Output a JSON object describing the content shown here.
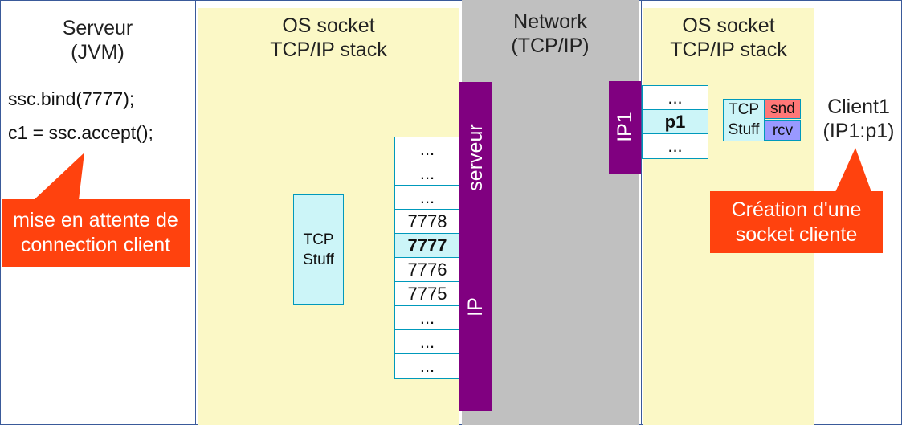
{
  "server": {
    "title_line1": "Serveur",
    "title_line2": "(JVM)",
    "code_line1": "ssc.bind(7777);",
    "code_line2": "c1 = ssc.accept();",
    "callout_line1": "mise en attente de",
    "callout_line2": "connection client"
  },
  "server_os": {
    "title_line1": "OS socket",
    "title_line2": "TCP/IP stack",
    "tcp_line1": "TCP",
    "tcp_line2": "Stuff",
    "ports": [
      "...",
      "...",
      "...",
      "7778",
      "7777",
      "7776",
      "7775",
      "...",
      "...",
      "..."
    ],
    "highlight_port": "7777",
    "bar_top_label": "serveur",
    "bar_bottom_label": "IP"
  },
  "network": {
    "title_line1": "Network",
    "title_line2": "(TCP/IP)"
  },
  "client_os": {
    "title_line1": "OS socket",
    "title_line2": "TCP/IP stack",
    "bar_label": "IP1",
    "ports": [
      "...",
      "p1",
      "..."
    ],
    "highlight_port": "p1",
    "tcp_line1": "TCP",
    "tcp_line2": "Stuff",
    "snd_label": "snd",
    "rcv_label": "rcv"
  },
  "client": {
    "title_line1": "Client1",
    "title_line2": "(IP1:p1)",
    "callout_line1": "Création d'une",
    "callout_line2": "socket cliente"
  },
  "colors": {
    "callout": "#ff420e",
    "band_yellow": "#fbf8c6",
    "network_gray": "#c0c0c0",
    "purple": "#800080",
    "light_cyan": "#ccf5f8",
    "snd": "#ff7777",
    "rcv": "#9999ff"
  }
}
